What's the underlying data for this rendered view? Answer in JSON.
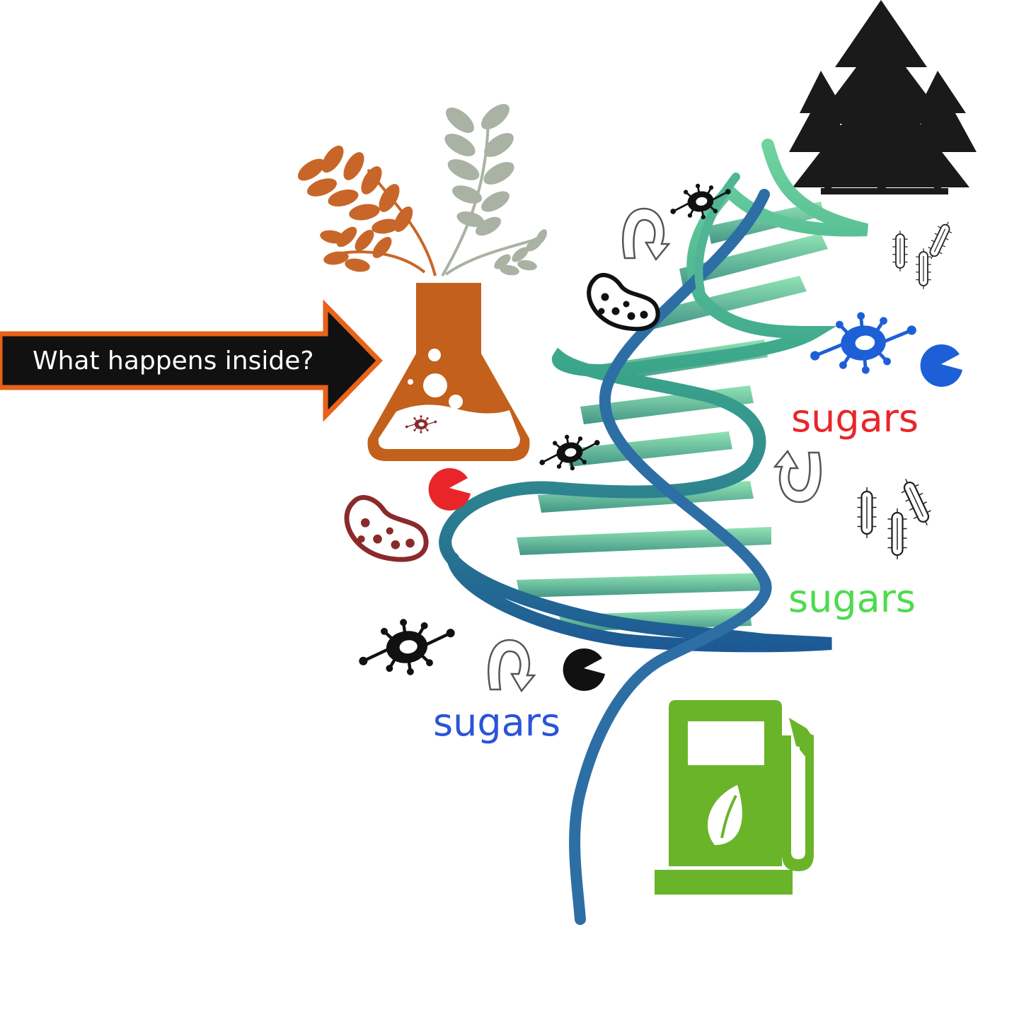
{
  "callout": {
    "text": "What happens inside?"
  },
  "labels": [
    {
      "text": "sugars",
      "color": "#e8262a"
    },
    {
      "text": "sugars",
      "color": "#4cdc4c"
    },
    {
      "text": "sugars",
      "color": "#2b55d6"
    }
  ],
  "colors": {
    "flask": "#c2601c",
    "wheat_orange": "#c8662a",
    "wheat_gray": "#a9b2a3",
    "tree": "#1a1a1a",
    "fuel_pump": "#6ab42a",
    "helix_top": "#5fc38f",
    "helix_bottom": "#1f5f96",
    "microbe_red": "#8a2a2a",
    "enzyme_red": "#e8262a",
    "enzyme_blue": "#1d5fd6",
    "enzyme_black": "#111111",
    "arrow_border": "#e8621a"
  },
  "icons": [
    "callout-arrow-icon",
    "flask-icon",
    "wheat-orange-icon",
    "wheat-gray-icon",
    "trees-icon",
    "dna-helix-icon",
    "fuel-pump-icon",
    "leaf-icon",
    "virus-icon",
    "bacteria-icon",
    "rod-bacteria-icon",
    "enzyme-icon",
    "cycle-arrow-icon"
  ]
}
